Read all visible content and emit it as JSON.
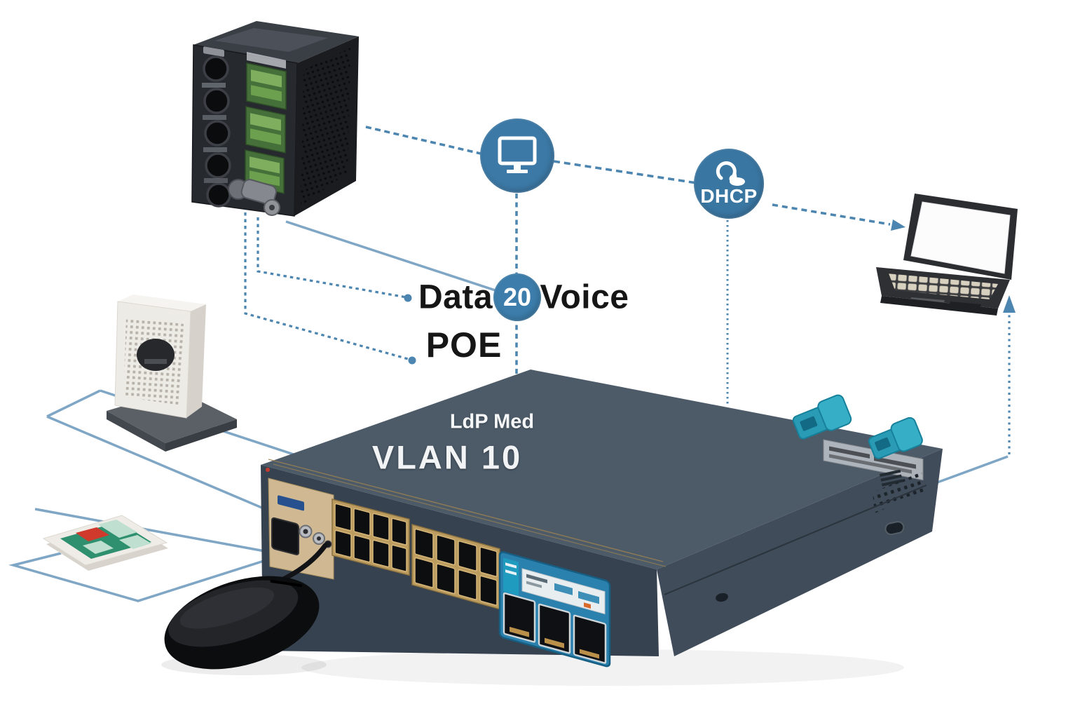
{
  "labels": {
    "data": "Data",
    "voice_vlan_badge": "20",
    "voice": "Voice",
    "poe": "POE",
    "dhcp": "DHCP",
    "lldp_med": "LdP Med",
    "vlan": "VLAN 10"
  },
  "icons": {
    "monitor_badge": "monitor-icon",
    "dhcp_badge": "cloud-sync-icon",
    "devices": [
      "pbx-controller-device",
      "speaker-access-point-device",
      "circuit-card-device",
      "mouse-device",
      "poe-switch-device",
      "laptop-device"
    ]
  },
  "colors": {
    "badge_blue": "#3c79a6",
    "line_solid": "#7fa6c5",
    "line_dashed": "#4c85af",
    "switch_top": "#4d5b69",
    "switch_front": "#36424f",
    "panel_beige": "#cfb892",
    "uplink_module_blue": "#2b81ae",
    "connector_teal": "#2a9bb5"
  }
}
